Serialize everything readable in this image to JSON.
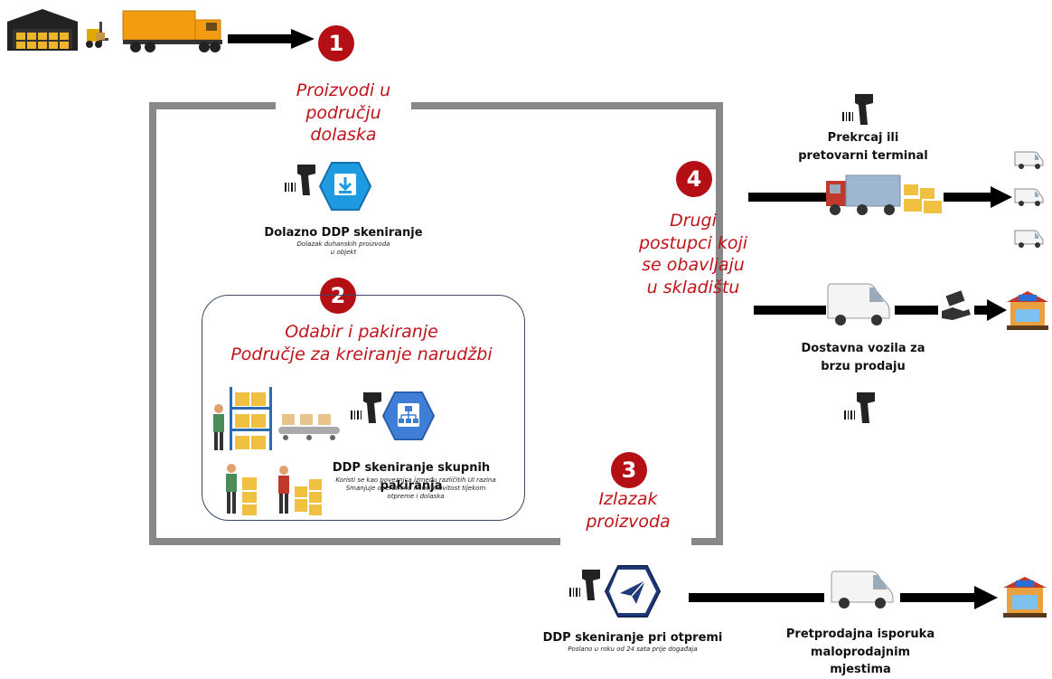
{
  "steps": {
    "s1": {
      "number": "1",
      "title_lines": [
        "Proizvodi u",
        "području",
        "dolaska"
      ]
    },
    "s2": {
      "number": "2",
      "title_line1": "Odabir i pakiranje",
      "title_line2": "Područje za kreiranje narudžbi"
    },
    "s3": {
      "number": "3",
      "title_line1": "Izlazak",
      "title_line2": "proizvoda"
    },
    "s4": {
      "number": "4",
      "title_lines": [
        "Drugi",
        "postupci koji",
        "se obavljaju",
        "u skladištu"
      ]
    }
  },
  "scans": {
    "inbound": {
      "label": "Dolazno DDP skeniranje",
      "sub1": "Dolazak duhanskih proizvoda",
      "sub2": "u objekt"
    },
    "aggregate": {
      "label": "DDP skeniranje skupnih pakiranja",
      "sub1": "Koristi se kao poveznica između različitih UI razina",
      "sub2": "Smanjuje operativnu neučinkovitost tijekom",
      "sub3": "otpreme i dolaska"
    },
    "dispatch": {
      "label": "DDP skeniranje pri otpremi",
      "sub1": "Poslano u roku od 24 sata prije događaja"
    }
  },
  "destinations": {
    "crossdock_line1": "Prekrcaj ili",
    "crossdock_line2": "pretovarni terminal",
    "vansale_line1": "Dostavna vozila za",
    "vansale_line2": "brzu prodaju",
    "preselling_line1": "Pretprodajna isporuka",
    "preselling_line2": "maloprodajnim mjestima"
  },
  "colors": {
    "accent_red": "#c0141a",
    "hex_blue": "#1e9be0",
    "hex_navy": "#1f3a78",
    "frame_gray": "#888888",
    "truck_orange": "#f39c12"
  }
}
